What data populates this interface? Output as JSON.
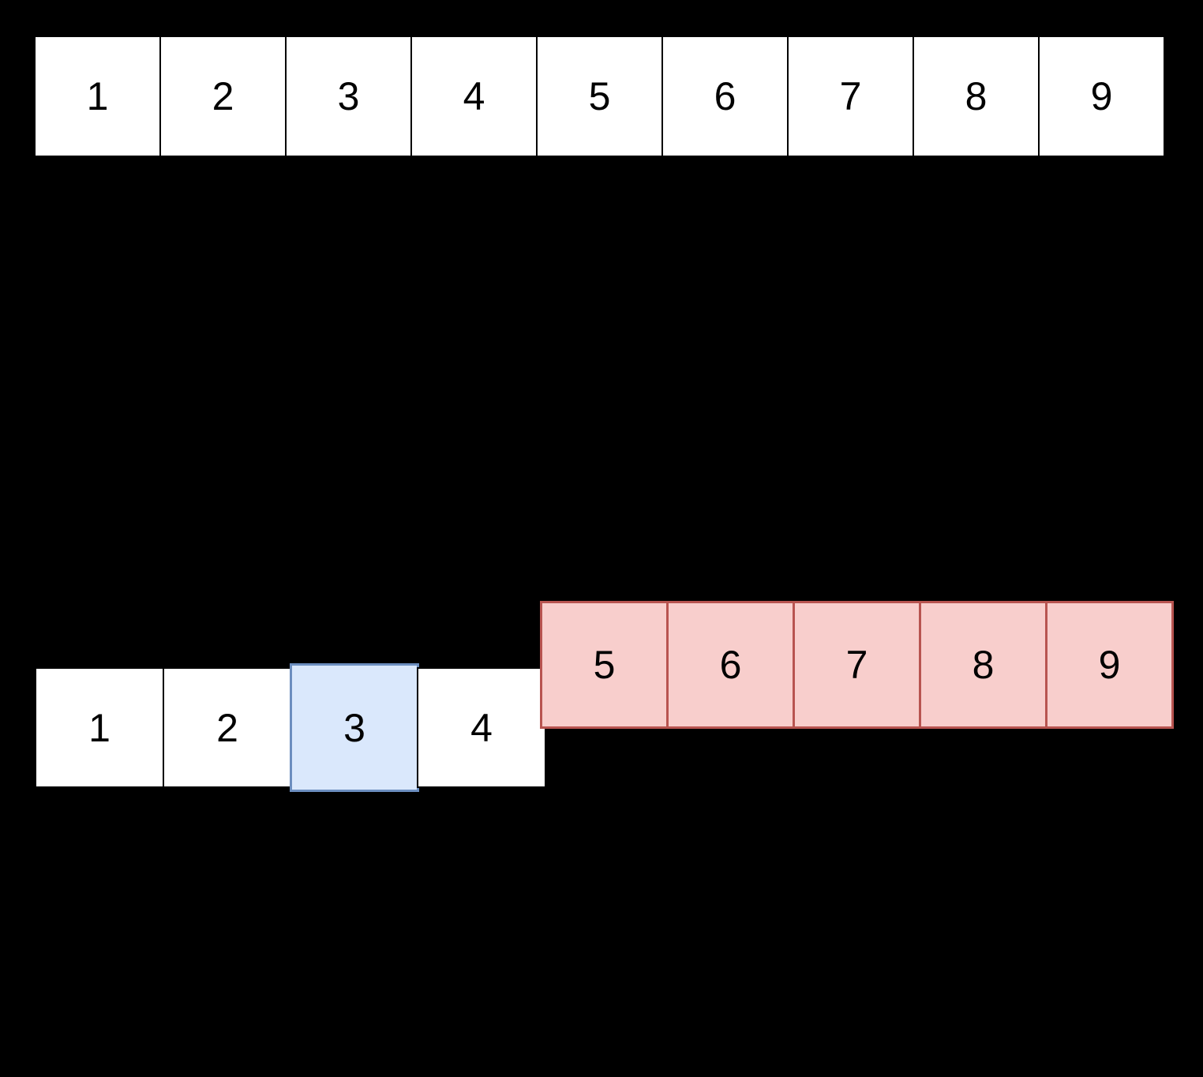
{
  "background_color": "#000000",
  "colors": {
    "cell_fill": "#ffffff",
    "cell_border": "#000000",
    "cell_text": "#000000",
    "highlight_fill": "#dae8fc",
    "highlight_border": "#6c8ebf",
    "moved_fill": "#f8cecc",
    "moved_border": "#b85450",
    "background_color": "#000000"
  },
  "diagram": {
    "top_array": {
      "cells": [
        "1",
        "2",
        "3",
        "4",
        "5",
        "6",
        "7",
        "8",
        "9"
      ]
    },
    "bottom_left_array": {
      "cells": [
        "1",
        "2",
        "3",
        "4"
      ],
      "highlighted_value": "3",
      "highlighted_index": 2
    },
    "bottom_right_array": {
      "cells": [
        "5",
        "6",
        "7",
        "8",
        "9"
      ]
    }
  }
}
